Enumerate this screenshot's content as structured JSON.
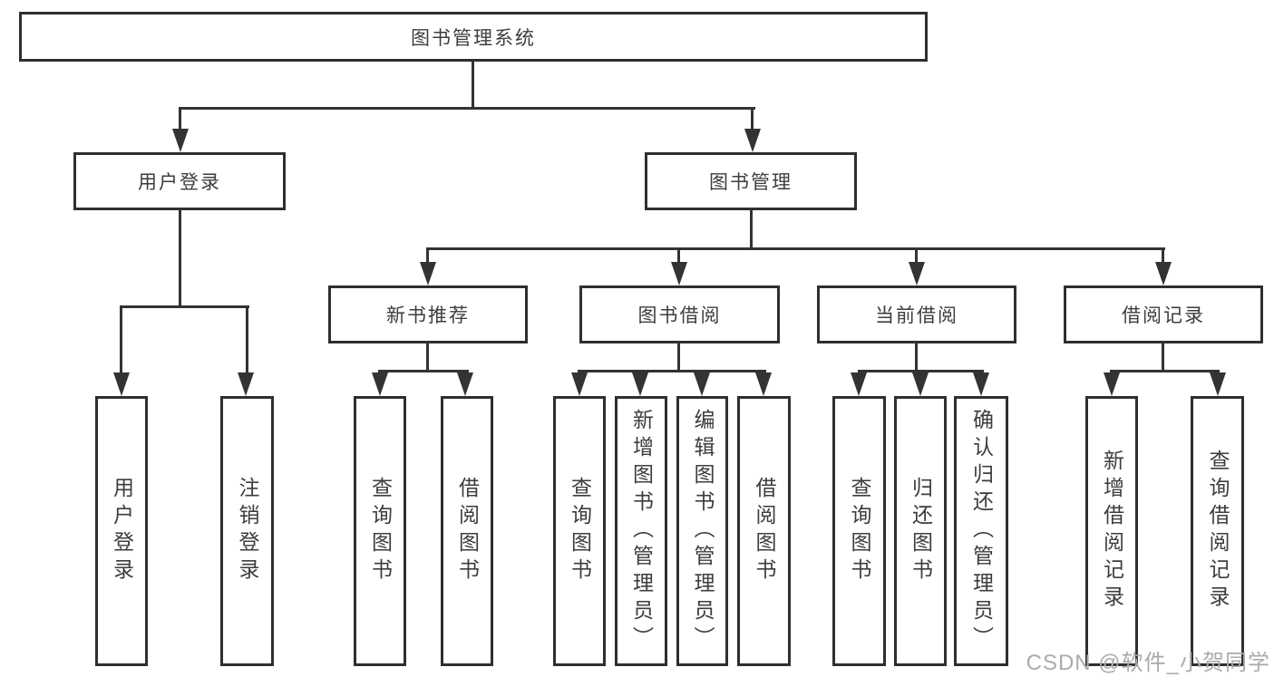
{
  "diagram": {
    "type": "tree",
    "root": {
      "label": "图书管理系统"
    },
    "level2": [
      {
        "label": "用户登录"
      },
      {
        "label": "图书管理"
      }
    ],
    "level3": [
      {
        "label": "新书推荐",
        "parent": "图书管理"
      },
      {
        "label": "图书借阅",
        "parent": "图书管理"
      },
      {
        "label": "当前借阅",
        "parent": "图书管理"
      },
      {
        "label": "借阅记录",
        "parent": "图书管理"
      }
    ],
    "leaves": [
      {
        "label": "用户登录",
        "parent": "用户登录"
      },
      {
        "label": "注销登录",
        "parent": "用户登录"
      },
      {
        "label": "查询图书",
        "parent": "新书推荐"
      },
      {
        "label": "借阅图书",
        "parent": "新书推荐"
      },
      {
        "label": "查询图书",
        "parent": "图书借阅"
      },
      {
        "label": "新增图书（管理员）",
        "parent": "图书借阅"
      },
      {
        "label": "编辑图书（管理员）",
        "parent": "图书借阅"
      },
      {
        "label": "借阅图书",
        "parent": "图书借阅"
      },
      {
        "label": "查询图书",
        "parent": "当前借阅"
      },
      {
        "label": "归还图书",
        "parent": "当前借阅"
      },
      {
        "label": "确认归还（管理员）",
        "parent": "当前借阅"
      },
      {
        "label": "新增借阅记录",
        "parent": "借阅记录"
      },
      {
        "label": "查询借阅记录",
        "parent": "借阅记录"
      }
    ]
  },
  "watermark": {
    "text": "CSDN @软件_小贺同学"
  },
  "colors": {
    "line": "#333333",
    "border": "#2f2f2f",
    "text": "#3d3d3d",
    "watermark": "#ababab",
    "background": "#ffffff"
  }
}
